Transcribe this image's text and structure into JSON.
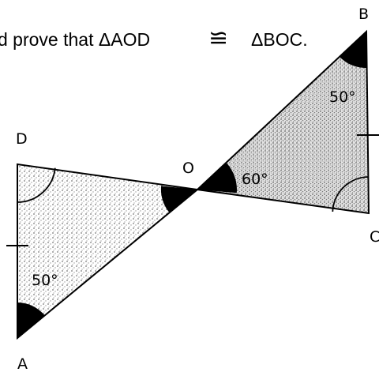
{
  "caption": {
    "text_before": "d prove that ΔAOD",
    "congruence_symbol": "≌",
    "text_after": "ΔBOC."
  },
  "vertices": {
    "A": "A",
    "B": "B",
    "C": "C",
    "D": "D",
    "O": "O"
  },
  "angle_labels": {
    "at_A": "50°",
    "at_B": "50°",
    "at_O_BOC": "60°"
  },
  "colors": {
    "stroke": "#000000",
    "shade": "#c8c8c8",
    "filled_angle": "#000000"
  }
}
